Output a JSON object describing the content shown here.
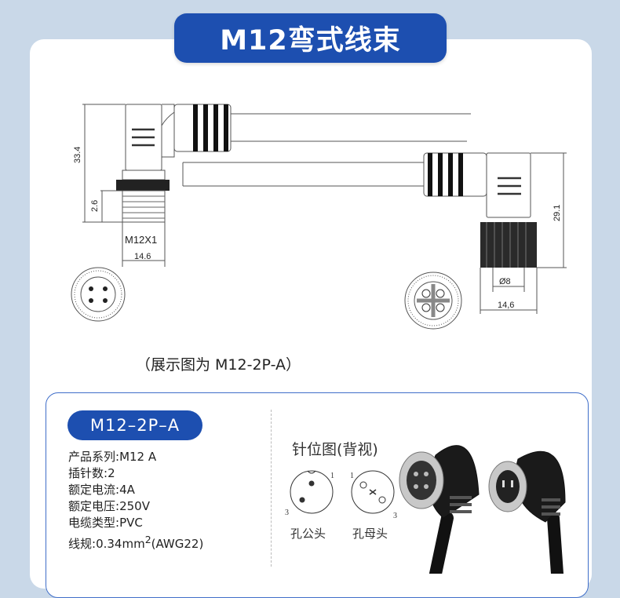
{
  "header": {
    "title": "M12弯式线束"
  },
  "drawing": {
    "dim_height_left": "33.4",
    "dim_thread_len": "2.6",
    "thread_label": "M12X1",
    "dim_width_left": "14.6",
    "dim_height_right": "29.1",
    "dim_diameter_right": "Ø8",
    "dim_width_right": "14,6"
  },
  "caption": "（展示图为 M12-2P-A）",
  "spec": {
    "model": "M12–2P–A",
    "items": [
      {
        "label": "产品系列:",
        "value": "M12 A"
      },
      {
        "label": "插针数:",
        "value": "2"
      },
      {
        "label": "额定电流:",
        "value": "4A"
      },
      {
        "label": "额定电压:",
        "value": "250V"
      },
      {
        "label": "电缆类型:",
        "value": "PVC"
      },
      {
        "label": "线规:",
        "value": "0.34mm",
        "sup": "2",
        "suffix": "(AWG22)"
      }
    ],
    "pin_title": "针位图(背视)",
    "male_label": "孔公头",
    "female_label": "孔母头",
    "male_pins": {
      "p1": "1",
      "p3": "3"
    },
    "female_pins": {
      "p1": "1",
      "p3": "3"
    }
  },
  "colors": {
    "brand_blue": "#1d4fb0",
    "border_blue": "#3f6ec9",
    "bg": "#c9d8e8"
  }
}
